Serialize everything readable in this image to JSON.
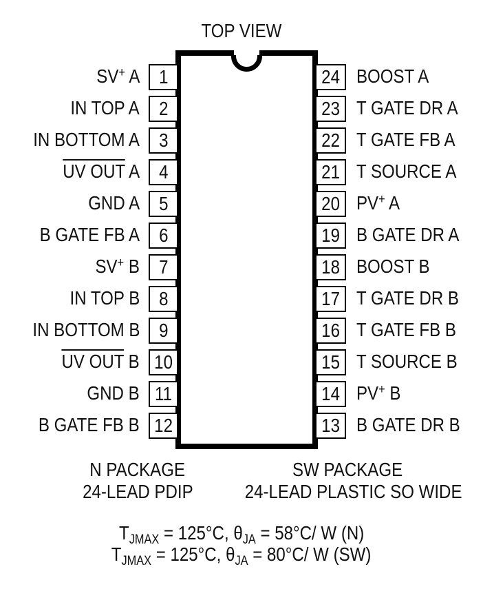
{
  "diagram": {
    "title": "TOP VIEW",
    "left_pins": [
      {
        "num": "1",
        "name": "SV",
        "sup": "+",
        "suffix": " A",
        "overline": false
      },
      {
        "num": "2",
        "name": "IN TOP A",
        "sup": "",
        "suffix": "",
        "overline": false
      },
      {
        "num": "3",
        "name": "IN BOTTOM A",
        "sup": "",
        "suffix": "",
        "overline": false
      },
      {
        "num": "4",
        "name": "UV OUT",
        "sup": "",
        "suffix": " A",
        "overline": true
      },
      {
        "num": "5",
        "name": "GND A",
        "sup": "",
        "suffix": "",
        "overline": false
      },
      {
        "num": "6",
        "name": "B GATE FB A",
        "sup": "",
        "suffix": "",
        "overline": false
      },
      {
        "num": "7",
        "name": "SV",
        "sup": "+",
        "suffix": " B",
        "overline": false
      },
      {
        "num": "8",
        "name": "IN TOP B",
        "sup": "",
        "suffix": "",
        "overline": false
      },
      {
        "num": "9",
        "name": "IN BOTTOM B",
        "sup": "",
        "suffix": "",
        "overline": false
      },
      {
        "num": "10",
        "name": "UV OUT",
        "sup": "",
        "suffix": " B",
        "overline": true
      },
      {
        "num": "11",
        "name": "GND B",
        "sup": "",
        "suffix": "",
        "overline": false
      },
      {
        "num": "12",
        "name": "B GATE FB B",
        "sup": "",
        "suffix": "",
        "overline": false
      }
    ],
    "right_pins": [
      {
        "num": "24",
        "name": "BOOST A",
        "sup": "",
        "suffix": ""
      },
      {
        "num": "23",
        "name": "T GATE DR A",
        "sup": "",
        "suffix": ""
      },
      {
        "num": "22",
        "name": "T GATE FB A",
        "sup": "",
        "suffix": ""
      },
      {
        "num": "21",
        "name": "T SOURCE A",
        "sup": "",
        "suffix": ""
      },
      {
        "num": "20",
        "name": "PV",
        "sup": "+",
        "suffix": " A"
      },
      {
        "num": "19",
        "name": "B GATE DR A",
        "sup": "",
        "suffix": ""
      },
      {
        "num": "18",
        "name": "BOOST B",
        "sup": "",
        "suffix": ""
      },
      {
        "num": "17",
        "name": "T GATE DR B",
        "sup": "",
        "suffix": ""
      },
      {
        "num": "16",
        "name": "T GATE FB B",
        "sup": "",
        "suffix": ""
      },
      {
        "num": "15",
        "name": "T SOURCE B",
        "sup": "",
        "suffix": ""
      },
      {
        "num": "14",
        "name": "PV",
        "sup": "+",
        "suffix": " B"
      },
      {
        "num": "13",
        "name": "B GATE DR B",
        "sup": "",
        "suffix": ""
      }
    ],
    "packages": {
      "n": {
        "line1": "N PACKAGE",
        "line2": "24-LEAD PDIP"
      },
      "sw": {
        "line1": "SW PACKAGE",
        "line2": "24-LEAD PLASTIC SO WIDE"
      }
    },
    "thermal": [
      {
        "t": "T",
        "t_sub": "JMAX",
        "mid": " = 125°C, θ",
        "theta_sub": "JA",
        "tail": " = 58°C/ W (N)"
      },
      {
        "t": "T",
        "t_sub": "JMAX",
        "mid": " = 125°C, θ",
        "theta_sub": "JA",
        "tail": " = 80°C/ W (SW)"
      }
    ]
  }
}
